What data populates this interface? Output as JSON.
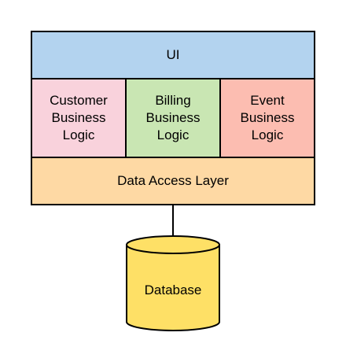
{
  "layers": {
    "ui": {
      "label": "UI"
    },
    "business": [
      {
        "label": "Customer\nBusiness\nLogic"
      },
      {
        "label": "Billing\nBusiness\nLogic"
      },
      {
        "label": "Event\nBusiness\nLogic"
      }
    ],
    "data_access": {
      "label": "Data Access Layer"
    }
  },
  "database": {
    "label": "Database"
  },
  "colors": {
    "ui": "#b3d3ef",
    "customer": "#f9d2dc",
    "billing": "#c9e6b3",
    "event": "#fcbdb1",
    "data_access": "#fed9a4",
    "database": "#fee066",
    "outline": "#000000"
  }
}
